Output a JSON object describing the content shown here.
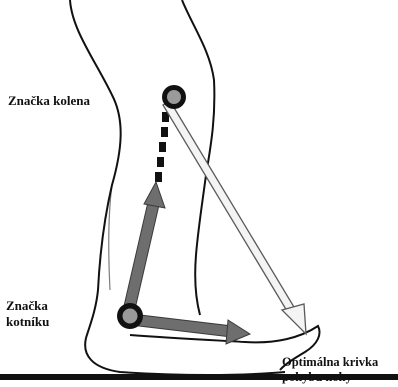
{
  "labels": {
    "knee_marker": "Značka kolena",
    "ankle_marker_line1": "Značka",
    "ankle_marker_line2": "kotníku",
    "optimal_curve_line1": "Optimálna krivka",
    "optimal_curve_line2": "pohybu nohy"
  },
  "colors": {
    "outline": "#111111",
    "arrow_fill": "#6e6e6e",
    "arrow_edge": "#3a3a3a",
    "optimal_arrow_fill": "#f4f4f4",
    "optimal_arrow_edge": "#5a5a5a",
    "marker_fill": "#9a9a9a",
    "ground": "#111111"
  }
}
